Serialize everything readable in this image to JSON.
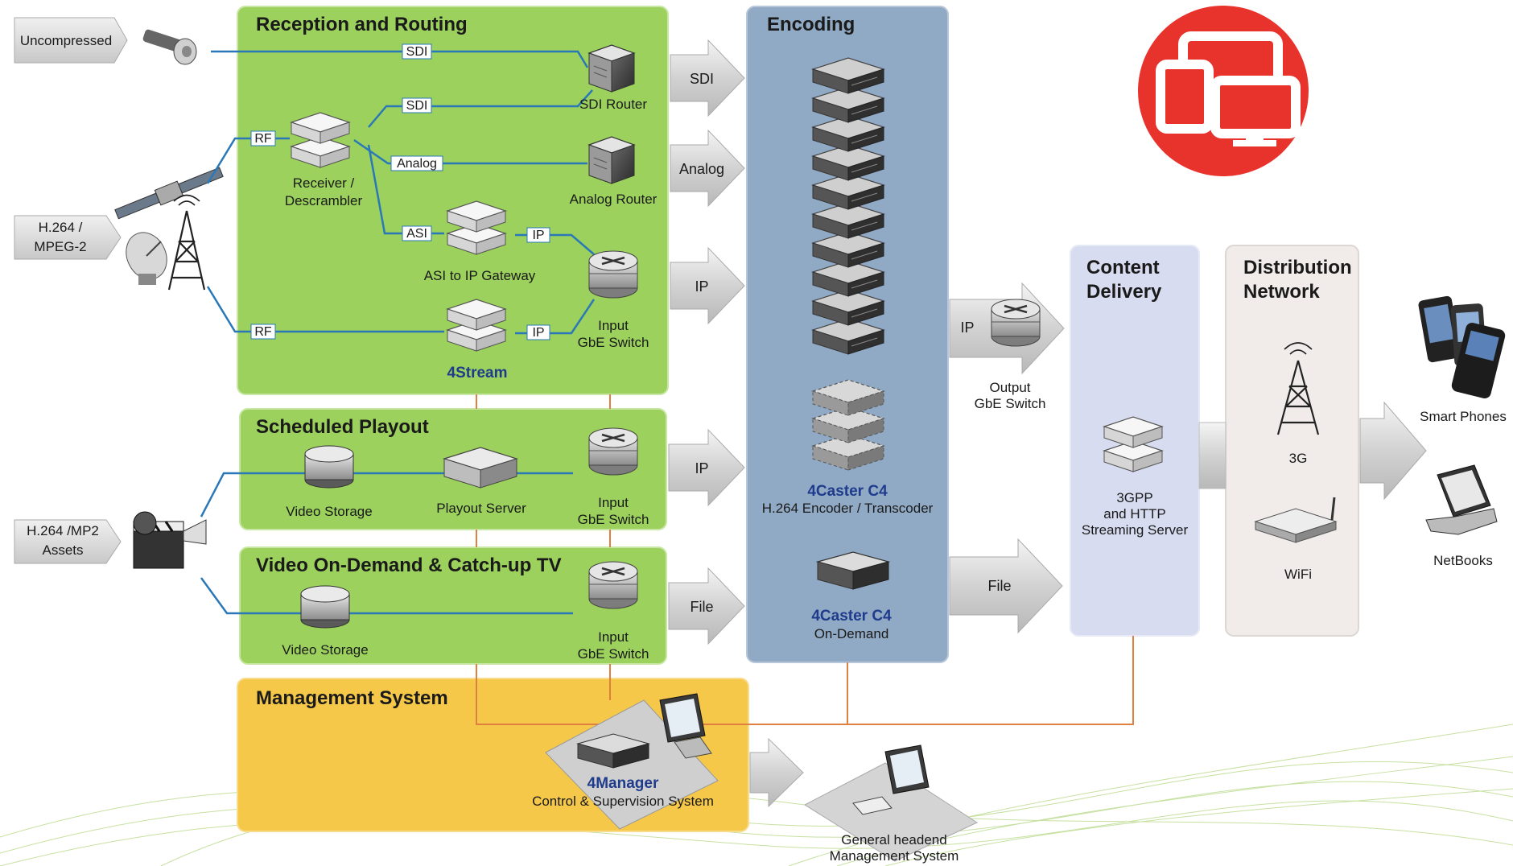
{
  "inputs": {
    "uncompressed": "Uncompressed",
    "h264_mpeg2": [
      "H.264 /",
      "MPEG-2"
    ],
    "h264_mp2_assets": [
      "H.264 /MP2",
      "Assets"
    ]
  },
  "reception": {
    "title": "Reception and Routing",
    "sdi_router": "SDI Router",
    "analog_router": "Analog Router",
    "receiver": [
      "Receiver /",
      "Descrambler"
    ],
    "asi_gateway": "ASI to IP Gateway",
    "input_switch": [
      "Input",
      "GbE Switch"
    ],
    "brand": "4Stream",
    "tags": {
      "sdi": "SDI",
      "rf": "RF",
      "analog": "Analog",
      "asi": "ASI",
      "ip": "IP"
    }
  },
  "scheduled": {
    "title": "Scheduled Playout",
    "video_storage": "Video Storage",
    "playout_server": "Playout Server",
    "input_switch": [
      "Input",
      "GbE Switch"
    ]
  },
  "vod": {
    "title": "Video On-Demand & Catch-up TV",
    "video_storage": "Video Storage",
    "input_switch": [
      "Input",
      "GbE Switch"
    ]
  },
  "arrows": {
    "sdi": "SDI",
    "analog": "Analog",
    "ip": "IP",
    "file": "File"
  },
  "encoding": {
    "title": "Encoding",
    "c4_name": "4Caster C4",
    "c4_desc": "H.264 Encoder / Transcoder",
    "ondemand_name": "4Caster C4",
    "ondemand_desc": "On-Demand"
  },
  "output_switch": [
    "Output",
    "GbE Switch"
  ],
  "content_delivery": {
    "title": [
      "Content",
      "Delivery"
    ],
    "server": [
      "3GPP",
      "and HTTP",
      "Streaming Server"
    ]
  },
  "distribution": {
    "title": [
      "Distribution",
      "Network"
    ],
    "g3": "3G",
    "wifi": "WiFi"
  },
  "devices": {
    "smartphones": "Smart Phones",
    "netbooks": "NetBooks"
  },
  "management": {
    "title": "Management System",
    "brand": "4Manager",
    "desc": "Control & Supervision System",
    "general": [
      "General headend",
      "Management System"
    ]
  },
  "colors": {
    "green_panel": "#9bd15c",
    "blue_panel": "#90a9c4",
    "content_panel": "#d7dcf0",
    "dist_panel": "#f1ecea",
    "mgmt_panel": "#f5c84a",
    "brand": "#1f3b8c",
    "line": "#2a78b8",
    "orange_line": "#e08040",
    "logo_red": "#e8322c"
  },
  "icons": [
    "bnc-connector-icon",
    "satellite-icon",
    "dish-icon",
    "tower-icon",
    "clapperboard-icon",
    "router-icon",
    "switch-icon",
    "server-icon",
    "storage-icon",
    "monitor-icon",
    "phone-icon",
    "laptop-icon",
    "wifi-router-icon",
    "screens-logo-icon"
  ]
}
